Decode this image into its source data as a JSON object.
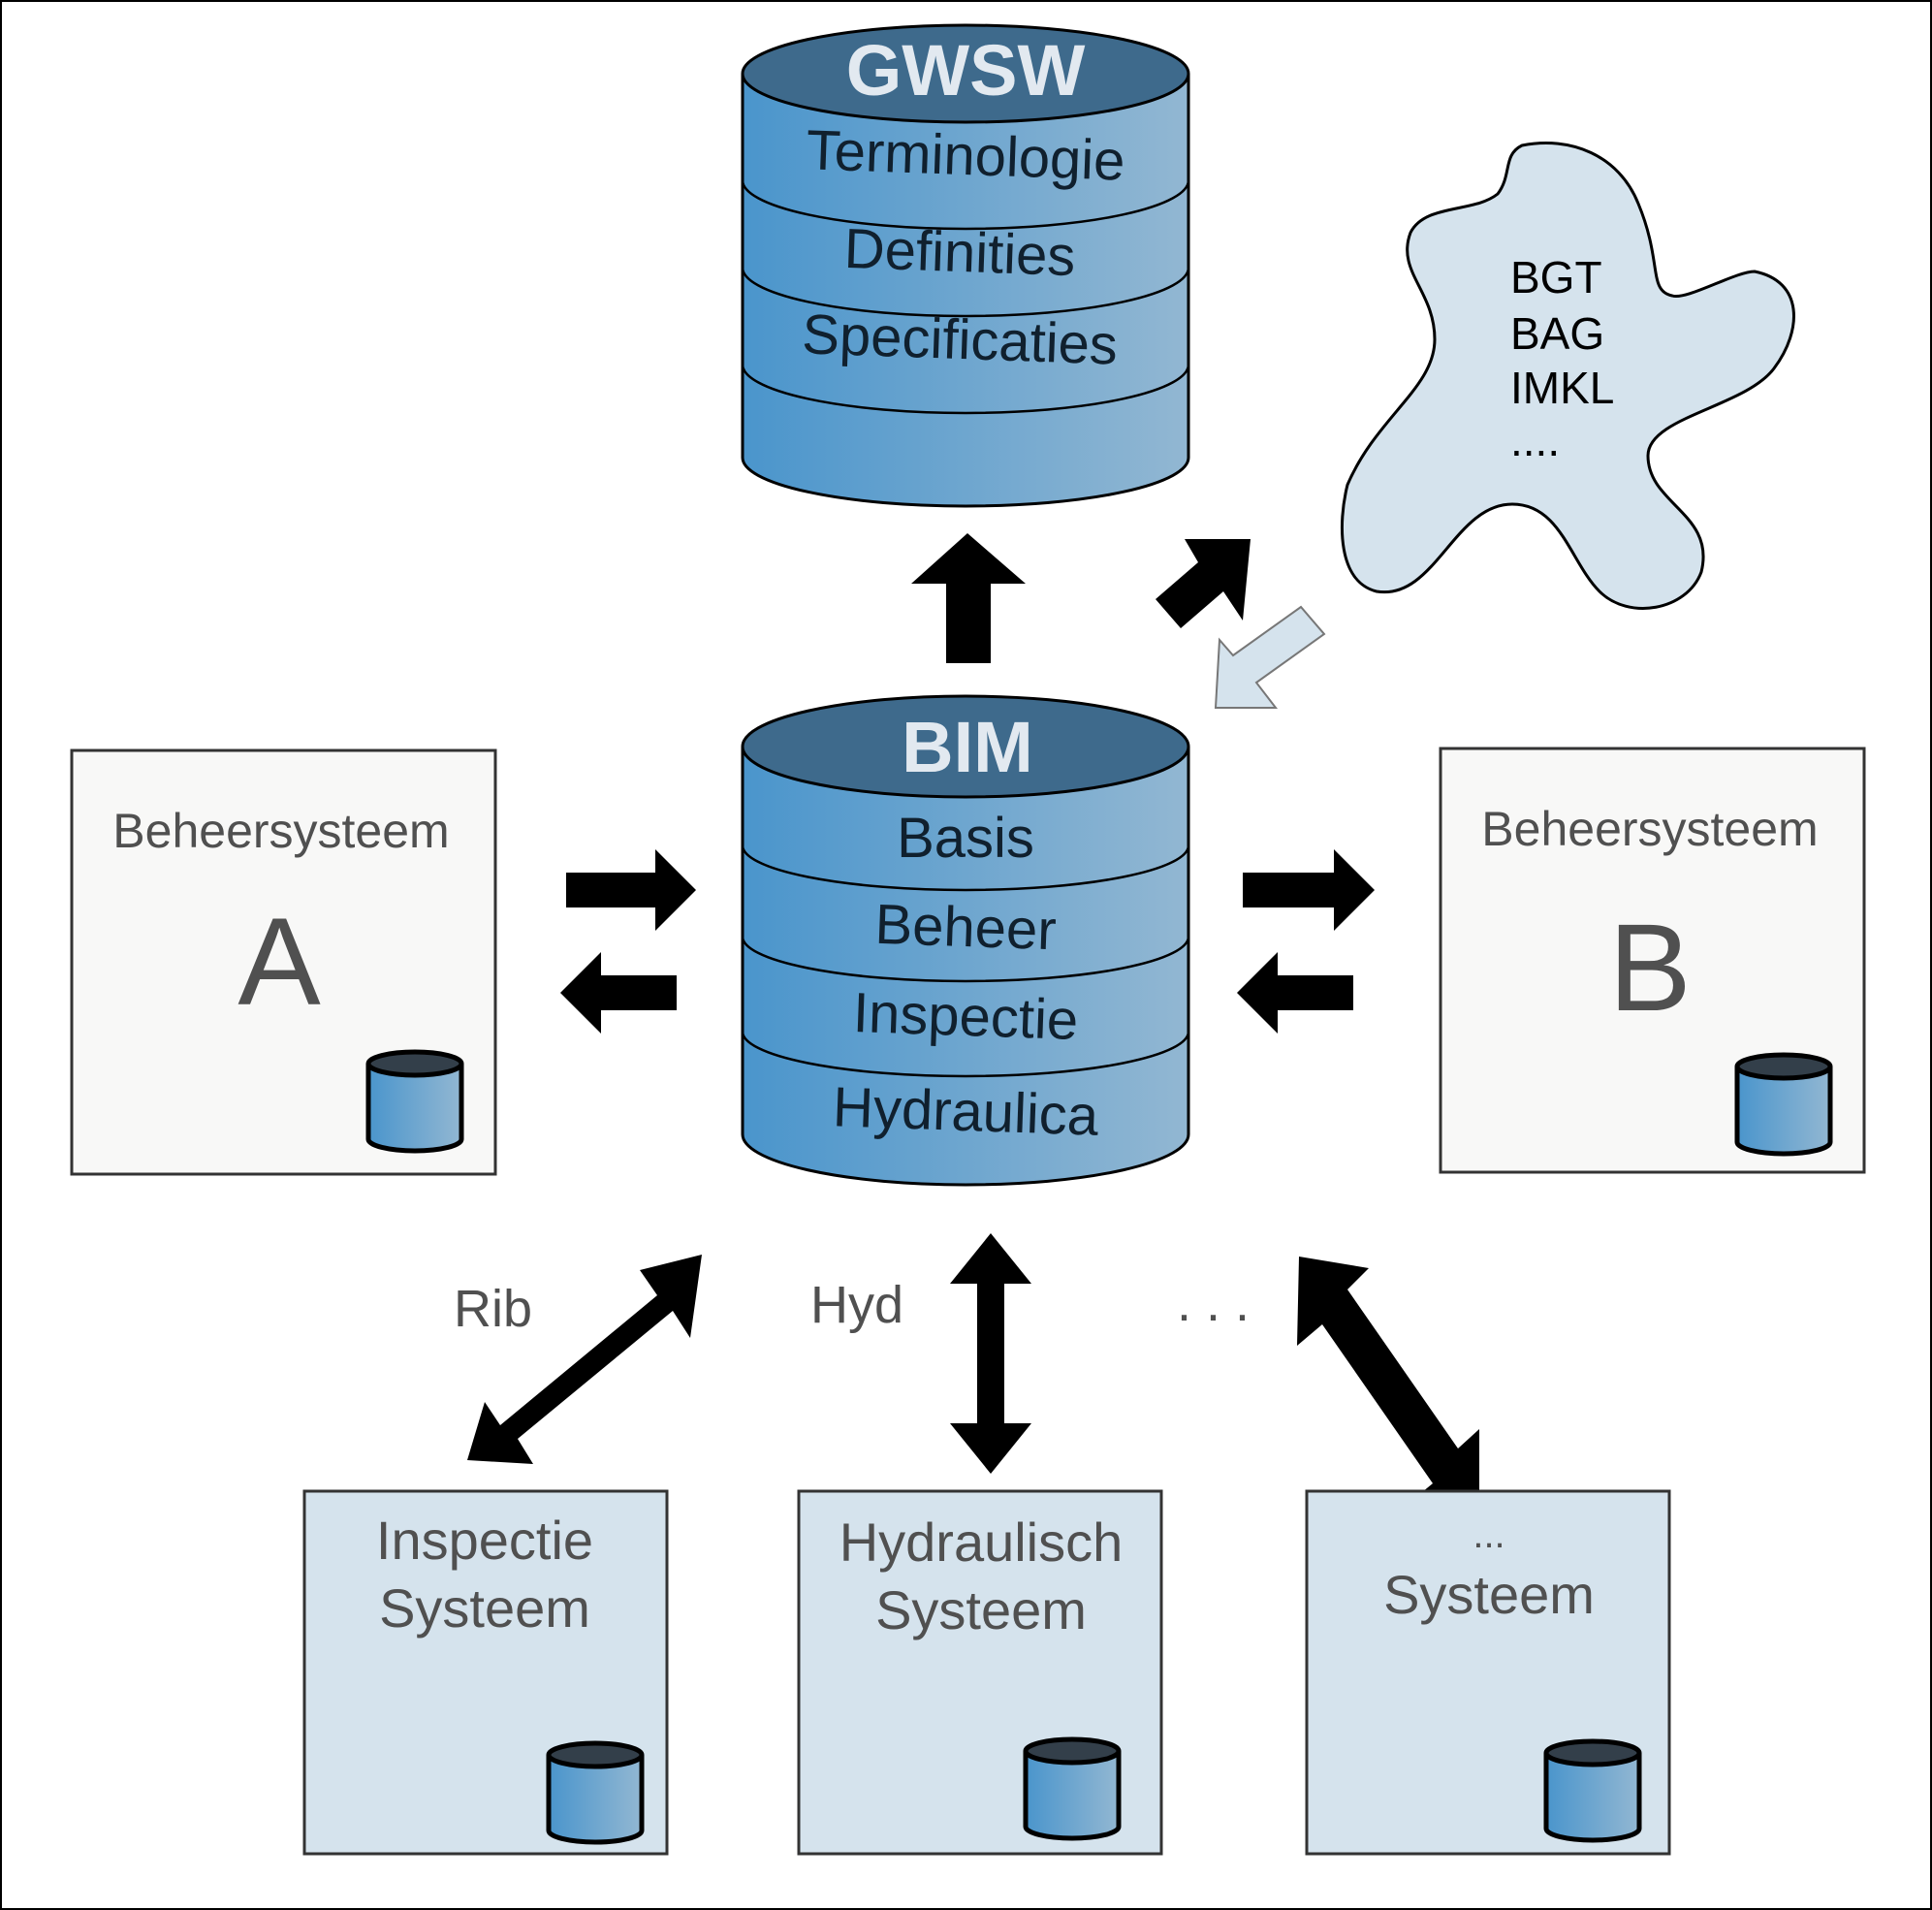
{
  "gwsw": {
    "title": "GWSW",
    "layers": [
      "Terminologie",
      "Definities",
      "Specificaties",
      ""
    ]
  },
  "bim": {
    "title": "BIM",
    "layers": [
      "Basis",
      "Beheer",
      "Inspectie",
      "Hydraulica"
    ]
  },
  "external_sources": {
    "items": [
      "BGT",
      "BAG",
      "IMKL",
      "...."
    ]
  },
  "systems": {
    "a": {
      "label": "Beheersysteem",
      "letter": "A"
    },
    "b": {
      "label": "Beheersysteem",
      "letter": "B"
    },
    "inspectie": {
      "line1": "Inspectie",
      "line2": "Systeem"
    },
    "hydraulisch": {
      "line1": "Hydraulisch",
      "line2": "Systeem"
    },
    "other": {
      "line1": "...",
      "line2": "Systeem"
    }
  },
  "connections": {
    "rib": "Rib",
    "hyd": "Hyd",
    "more": ". . ."
  },
  "colors": {
    "cylinder_top": "#3e6a8c",
    "cylinder_body_left": "#4a95cc",
    "cylinder_body_right": "#92b7d2",
    "small_cylinder_top": "#333f4a",
    "system_box_fill": "#d5e3ed",
    "beheer_box_fill": "#f8f8f7",
    "blob_fill": "#d5e3ed"
  }
}
